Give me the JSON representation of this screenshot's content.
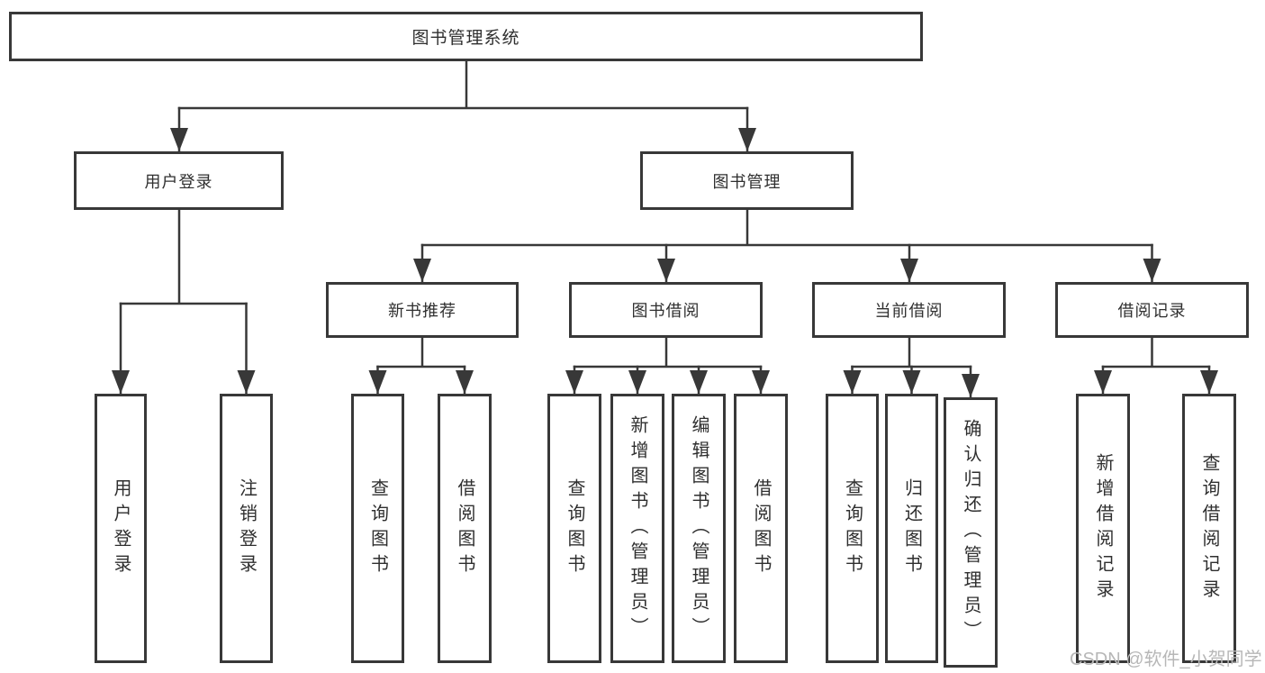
{
  "diagram_title": "图书管理系统",
  "watermark": "CSDN @软件_小贺同学",
  "colors": {
    "line": "#383838",
    "text": "#2f2f2f",
    "watermark": "#b7b7b7",
    "background": "#ffffff"
  },
  "nodes": {
    "root": {
      "label": "图书管理系统"
    },
    "user_login": {
      "label": "用户登录"
    },
    "book_management": {
      "label": "图书管理"
    },
    "new_book_recommend": {
      "label": "新书推荐"
    },
    "book_borrowing": {
      "label": "图书借阅"
    },
    "current_borrowing": {
      "label": "当前借阅"
    },
    "borrowing_records": {
      "label": "借阅记录"
    },
    "ul_user_login": {
      "label": "用户登录"
    },
    "ul_logout": {
      "label": "注销登录"
    },
    "nr_query_books": {
      "label": "查询图书"
    },
    "nr_borrow_books": {
      "label": "借阅图书"
    },
    "bb_query_books": {
      "label": "查询图书"
    },
    "bb_add_books": {
      "label": "新增图书（管理员）"
    },
    "bb_edit_books": {
      "label": "编辑图书（管理员）"
    },
    "bb_borrow_books": {
      "label": "借阅图书"
    },
    "cb_query_books": {
      "label": "查询图书"
    },
    "cb_return_books": {
      "label": "归还图书"
    },
    "cb_confirm_return": {
      "label": "确认归还（管理员）"
    },
    "br_add_record": {
      "label": "新增借阅记录"
    },
    "br_query_record": {
      "label": "查询借阅记录"
    }
  }
}
